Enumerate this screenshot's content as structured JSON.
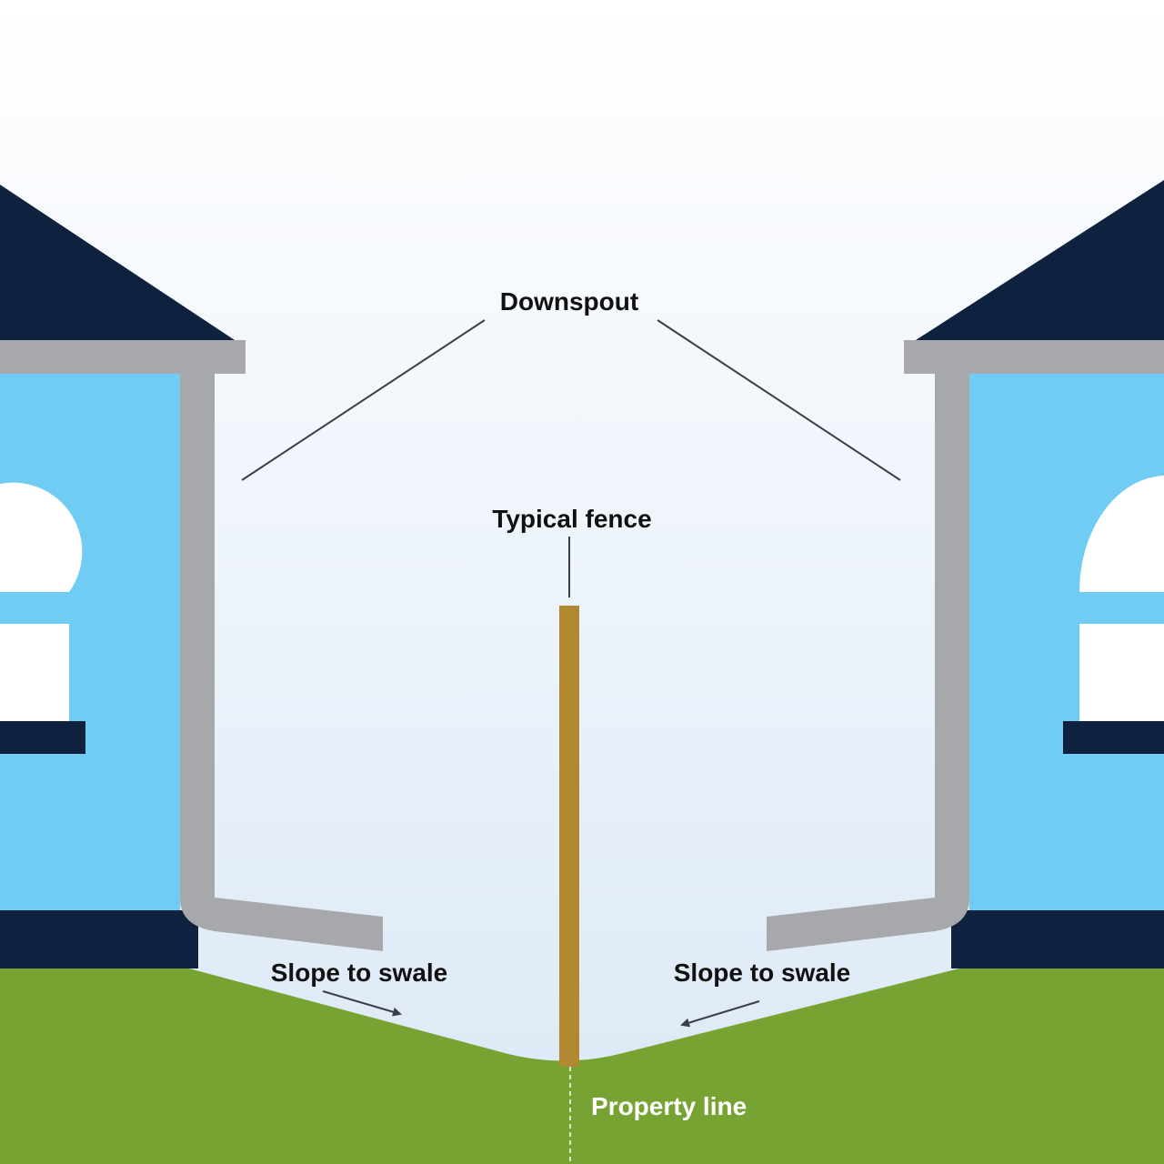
{
  "labels": {
    "downspout": "Downspout",
    "typical_fence": "Typical fence",
    "slope_left": "Slope to swale",
    "slope_right": "Slope to swale",
    "property_line": "Property line"
  },
  "colors": {
    "sky_top": "#ffffff",
    "sky_bottom": "#dbe8f6",
    "roof": "#0e2240",
    "wall": "#71ccf3",
    "gutter": "#a6a8ab",
    "foundation": "#0e2240",
    "grass": "#77a333",
    "fence": "#b08930",
    "window": "#ffffff",
    "label": "#111111",
    "label_on_grass": "#ffffff",
    "leader_line": "#3a3f47"
  }
}
